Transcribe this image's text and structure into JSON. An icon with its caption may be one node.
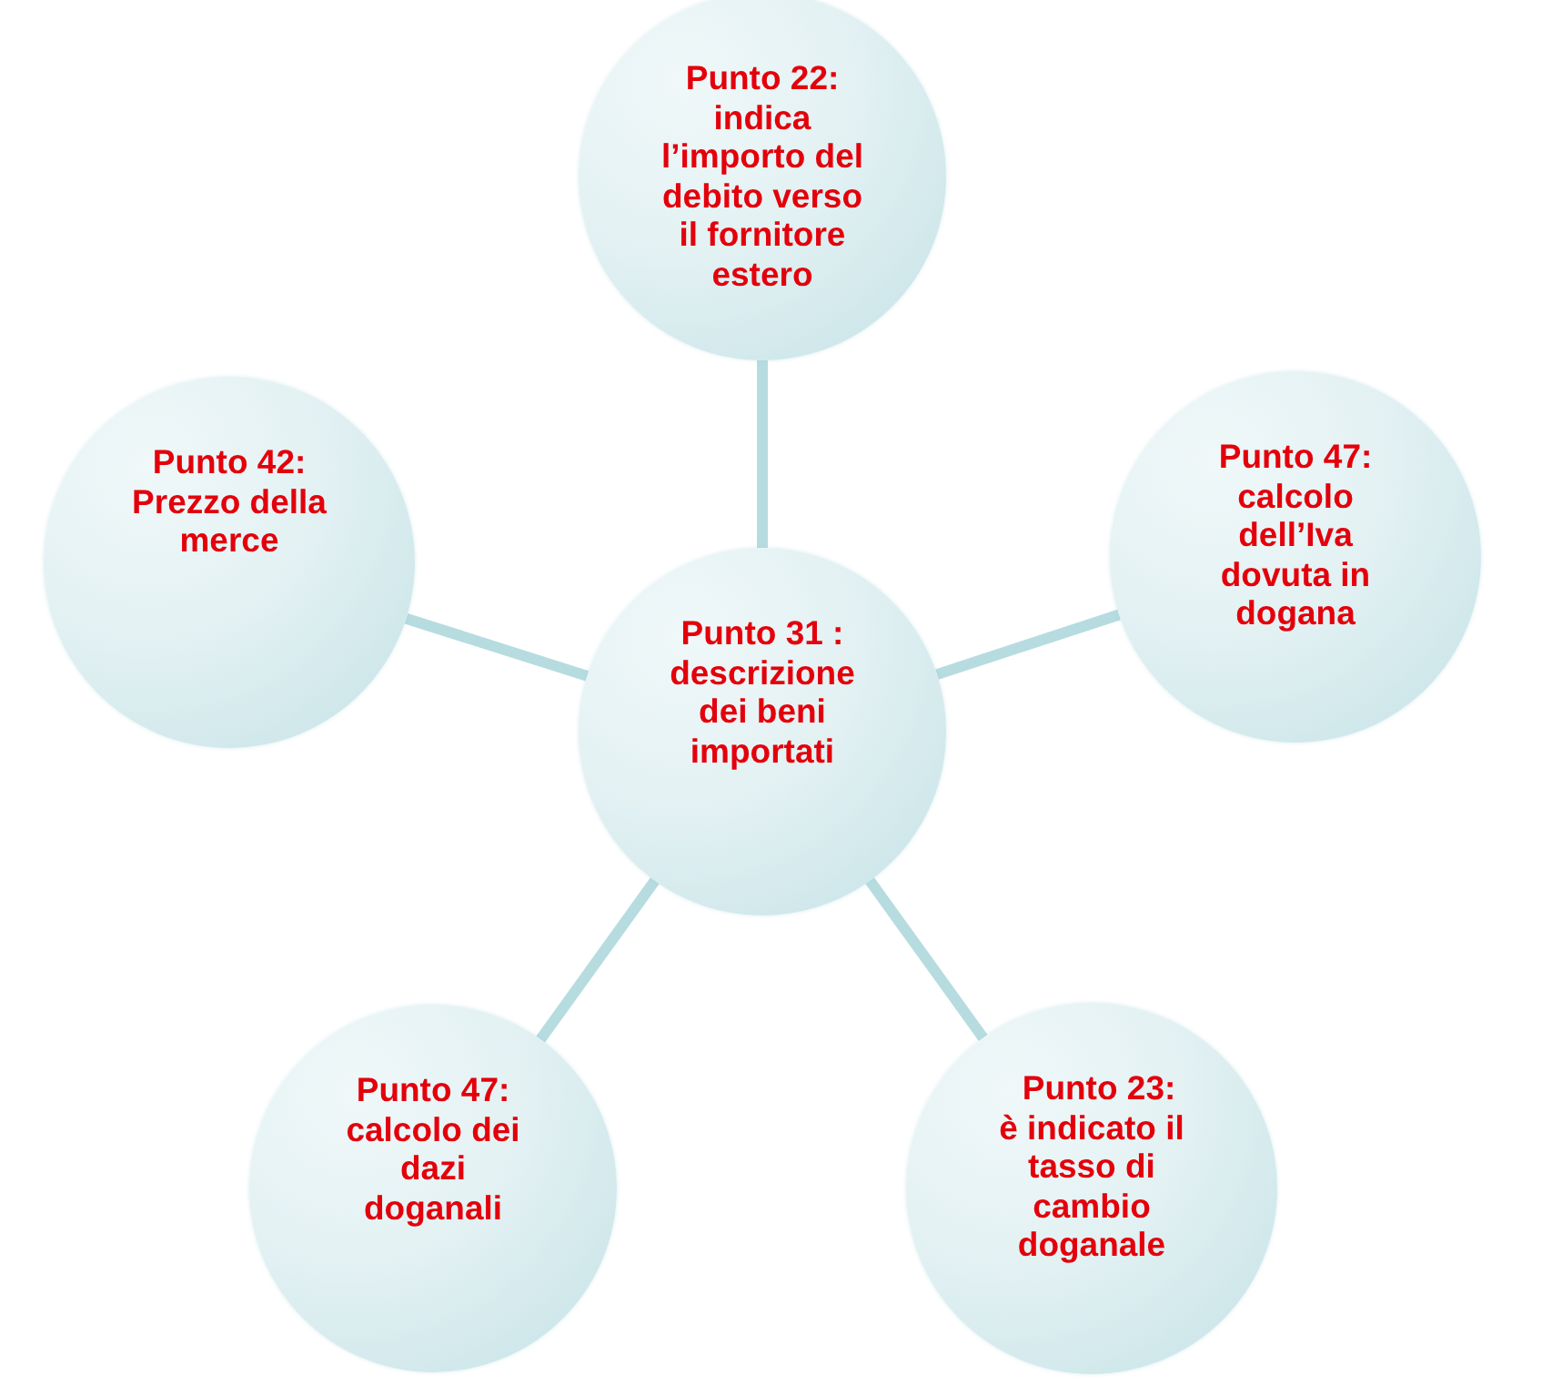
{
  "diagram": {
    "nodes": [
      {
        "text": [
          "Punto 22: indica l’importo del debito verso il fornitore estero"
        ]
      },
      {
        "text": [
          "Punto 42: Prezzo della merce"
        ]
      },
      {
        "text": [
          "Punto 47: calcolo dell’Iva dovuta in dogana"
        ]
      },
      {
        "text": [
          "Punto 31 : descrizione dei beni importati"
        ]
      },
      {
        "text": [
          "Punto 47: calcolo dei dazi doganali"
        ]
      },
      {
        "text": [
          "Punto 23: è indicato il tasso di cambio doganale"
        ]
      }
    ],
    "edges": [
      {
        "from": 3,
        "to": 0,
        "arrow": "none"
      },
      {
        "from": 3,
        "to": 1,
        "arrow": "none"
      },
      {
        "from": 3,
        "to": 2,
        "arrow": "none"
      },
      {
        "from": 3,
        "to": 4,
        "arrow": "none"
      },
      {
        "from": 3,
        "to": 5,
        "arrow": "none"
      }
    ]
  }
}
